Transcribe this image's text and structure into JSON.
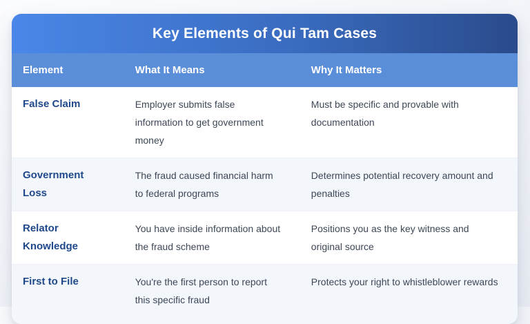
{
  "chart_data": {
    "type": "table",
    "title": "Key Elements of Qui Tam Cases",
    "columns": [
      "Element",
      "What It Means",
      "Why It Matters"
    ],
    "rows": [
      [
        "False Claim",
        "Employer submits false information to get government money",
        "Must be specific and provable with documentation"
      ],
      [
        "Government Loss",
        "The fraud caused financial harm to federal programs",
        "Determines potential recovery amount and penalties"
      ],
      [
        "Relator Knowledge",
        "You have inside information about the fraud scheme",
        "Positions you as the key witness and original source"
      ],
      [
        "First to File",
        "You're the first person to report this specific fraud",
        "Protects your right to whistleblower rewards"
      ]
    ],
    "layout": {
      "legend": "none",
      "grid": "off",
      "column_widths_pct": [
        22.2,
        34.8,
        43.0
      ]
    },
    "colors": {
      "title_gradient_left": "#4a87e8",
      "title_gradient_right": "#2a4b8b",
      "title_text": "#ffffff",
      "header_bg": "#5b8ed9",
      "header_text": "#ffffff",
      "element_label_text": "#20498c",
      "body_text": "#3d4756",
      "row_bg": "#ffffff",
      "row_alt_bg": "#f3f6fb",
      "page_bg": "#eef0f6"
    }
  }
}
